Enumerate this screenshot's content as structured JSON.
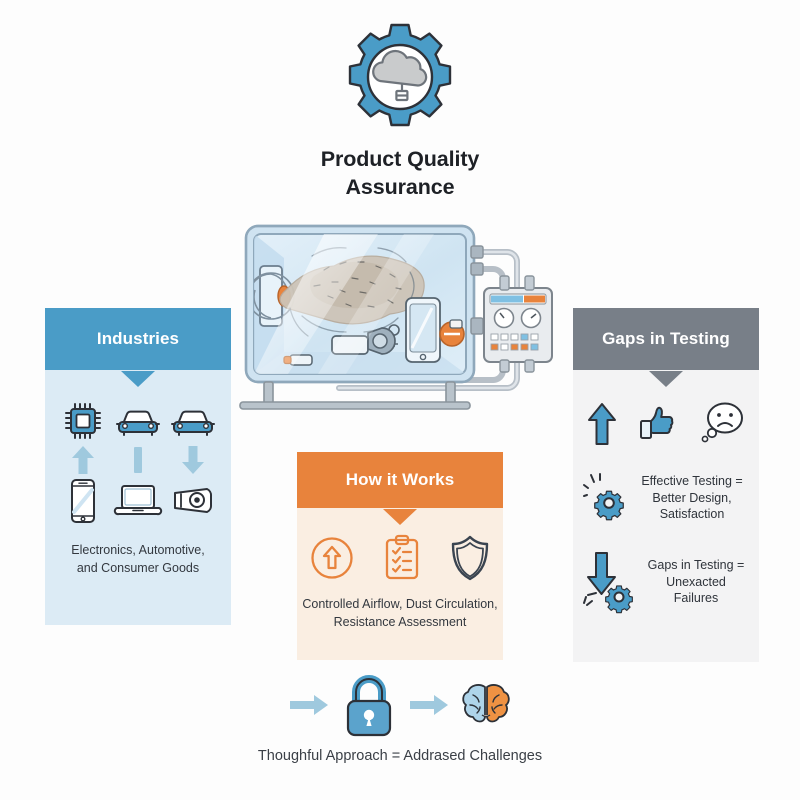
{
  "header": {
    "logo_icon": "gear-cloud-icon",
    "title_line1": "Product Quality",
    "title_line2": "Assurance"
  },
  "illustration": {
    "name": "dust-test-chamber-illustration",
    "parts": [
      "glass-chamber",
      "fan-icon",
      "dust-cloud",
      "smartphone-icon",
      "flashlight-icon",
      "control-panel",
      "gauge-dial",
      "pipes"
    ]
  },
  "panels": {
    "industries": {
      "title": "Industries",
      "header_color": "#4a9cc7",
      "body_color": "#dcebf5",
      "icons": [
        "microchip-icon",
        "car-front-icon",
        "car-front-icon",
        "arrow-up-icon",
        "bar-divider-icon",
        "arrow-down-icon",
        "smartphone-icon",
        "laptop-icon",
        "headlight-camera-icon"
      ],
      "caption_line1": "Electronics, Automotive,",
      "caption_line2": "and Consumer Goods"
    },
    "how_it_works": {
      "title": "How it Works",
      "header_color": "#e8833c",
      "body_color": "#faeee2",
      "icons": [
        "circle-arrow-up-icon",
        "clipboard-checklist-icon",
        "shield-icon"
      ],
      "caption_line1": "Controlled Airflow, Dust Circulation,",
      "caption_line2": "Resistance Assessment"
    },
    "gaps_in_testing": {
      "title": "Gaps in Testing",
      "header_color": "#787f88",
      "body_color": "#f3f3f4",
      "rows": [
        {
          "icons": [
            "arrow-up-icon",
            "thumbs-up-icon",
            "sad-thought-bubble-icon"
          ],
          "text": ""
        },
        {
          "icons": [
            "gear-sparks-icon"
          ],
          "text_line1": "Effective Testing =",
          "text_line2": "Better Design,",
          "text_line3": "Satisfaction"
        },
        {
          "icons": [
            "arrow-down-icon",
            "broken-gear-icon"
          ],
          "text_line1": "Gaps in Testing =",
          "text_line2": "Unexacted",
          "text_line3": "Failures"
        }
      ]
    }
  },
  "footer": {
    "icons": [
      "arrow-right-icon",
      "lock-icon",
      "arrow-right-icon",
      "brain-icon"
    ],
    "caption": "Thoughful Approach = Addrased Challenges"
  },
  "colors": {
    "blue_primary": "#4a9cc7",
    "blue_light": "#dcebf5",
    "blue_arrow": "#9fc9de",
    "gray_header": "#787f88",
    "gray_body": "#f3f3f4",
    "orange": "#e8833c",
    "cream": "#faeee2",
    "ink": "#2d3138",
    "navy": "#3a4450"
  }
}
